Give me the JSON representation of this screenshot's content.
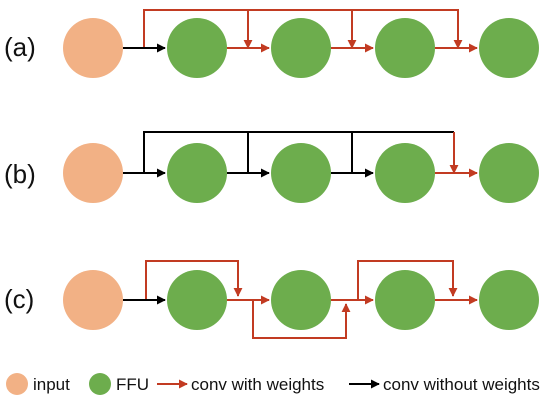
{
  "colors": {
    "input_node": "#F2B185",
    "ffu_node": "#6DAD4D",
    "conv_with_weights": "#C23B22",
    "conv_without_weights": "#000000"
  },
  "rows": [
    {
      "label": "(a)"
    },
    {
      "label": "(b)"
    },
    {
      "label": "(c)"
    }
  ],
  "legend": {
    "input": "input",
    "ffu": "FFU",
    "with_weights": "conv with weights",
    "without_weights": "conv without weights"
  }
}
